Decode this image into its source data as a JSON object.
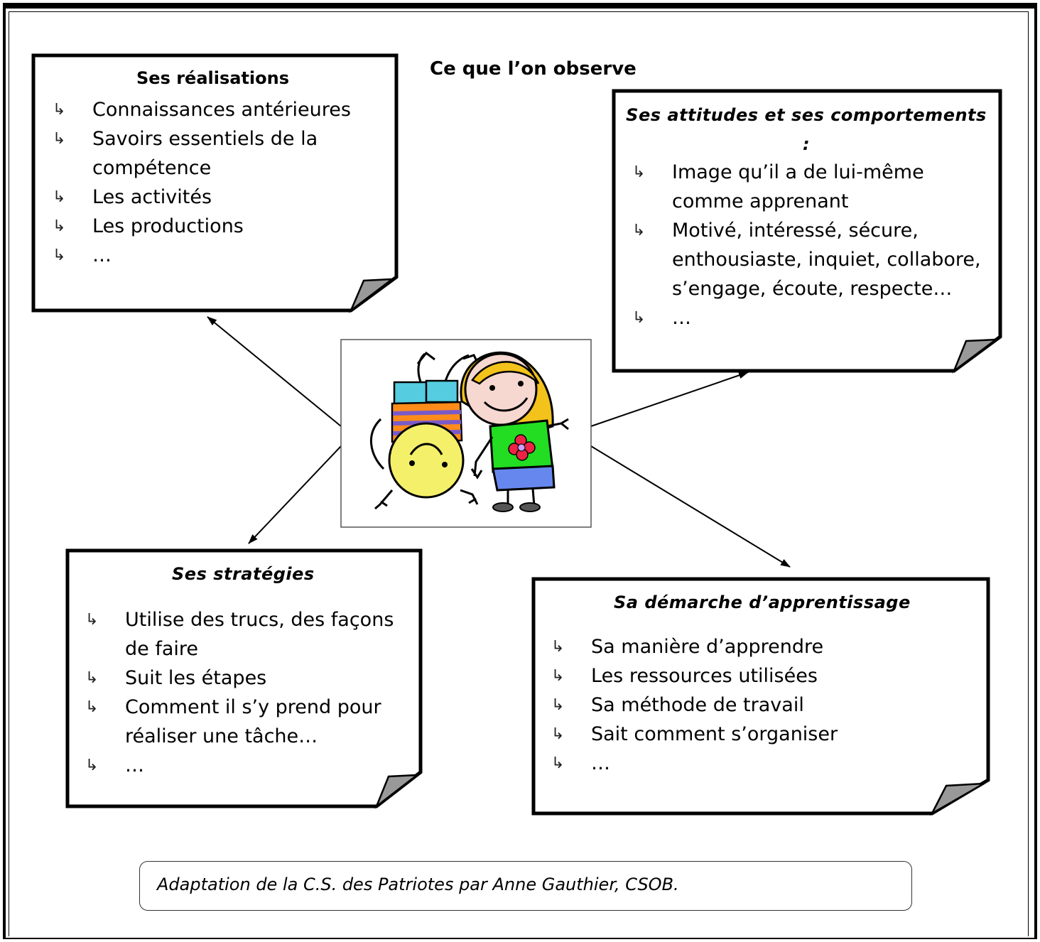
{
  "title": "Ce que l’on observe",
  "notes": {
    "realisations": {
      "title": "Ses réalisations",
      "items": [
        "Connaissances antérieures",
        "Savoirs essentiels de la compétence",
        "Les activités",
        "Les productions",
        "…"
      ]
    },
    "attitudes": {
      "title": "Ses attitudes et ses comportements :",
      "items": [
        "Image qu’il a de lui-même comme apprenant",
        "Motivé, intéressé, sécure, enthousiaste, inquiet, collabore, s’engage, écoute, respecte…",
        "…"
      ]
    },
    "strategies": {
      "title": "Ses stratégies",
      "items": [
        "Utilise des trucs, des façons de faire",
        "Suit les étapes",
        "Comment il s’y prend pour réaliser une tâche…",
        "…"
      ]
    },
    "demarche": {
      "title": "Sa démarche d’apprentissage",
      "items": [
        "Sa manière d’apprendre",
        "Les ressources utilisées",
        "Sa méthode de travail",
        "Sait comment s’organiser",
        "…"
      ]
    }
  },
  "bullet_glyph": "↳",
  "illustration": {
    "icon": "children-playing-clipart"
  },
  "credit": "Adaptation de la C.S. des Patriotes par Anne Gauthier, CSOB.",
  "colors": {
    "shirt": "#22dd22",
    "pants": "#6688ee",
    "hair": "#f3c21b",
    "face": "#f5f06a",
    "stripes": "#ff8c1a",
    "cyan": "#55cce0",
    "flower": "#ee2244"
  }
}
